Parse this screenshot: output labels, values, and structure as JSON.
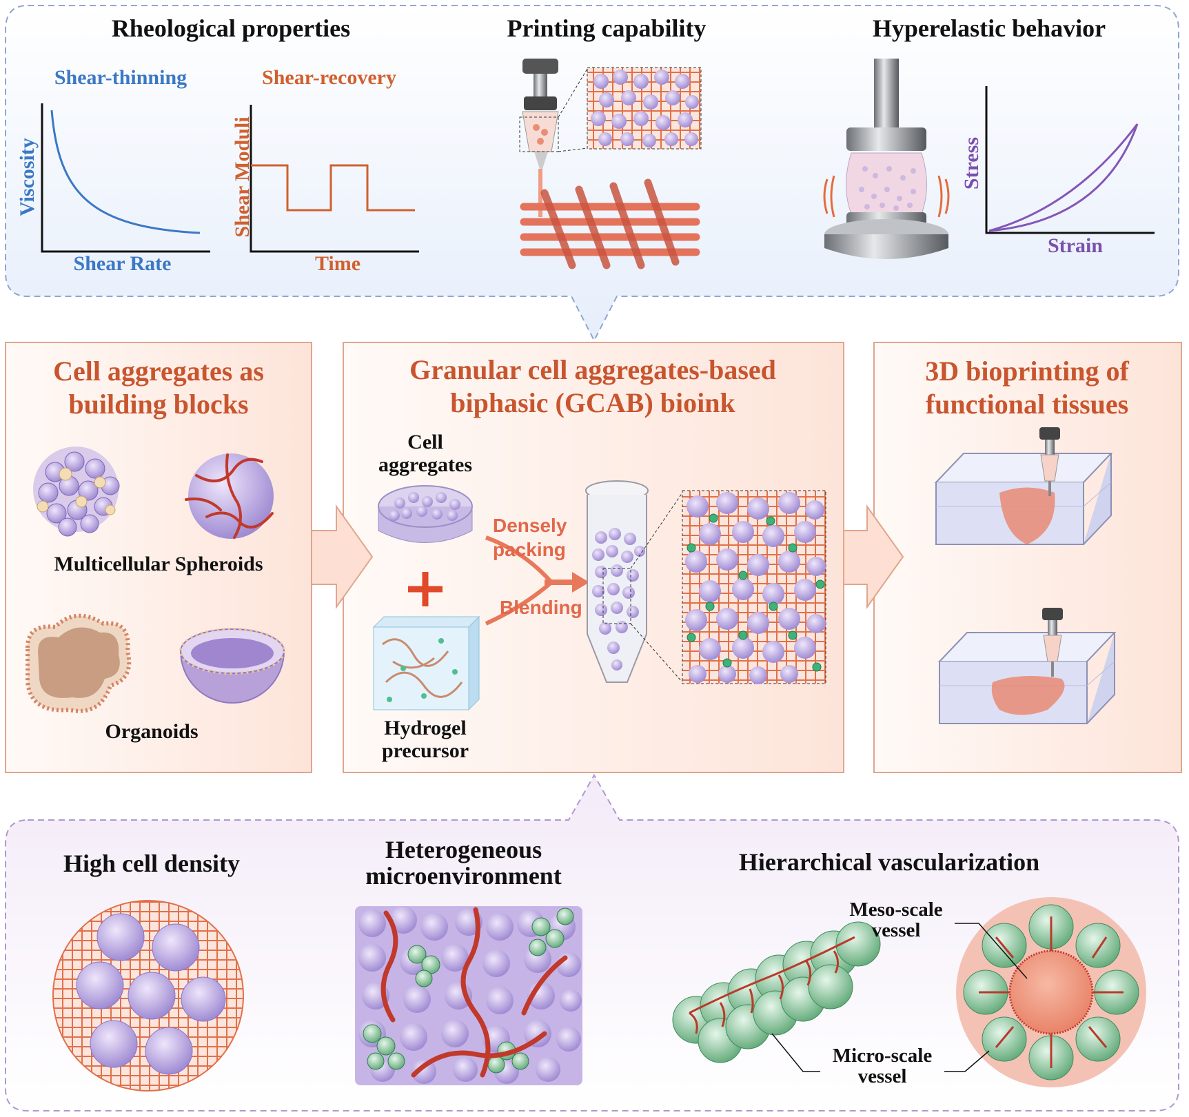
{
  "top": {
    "rheology_title": "Rheological properties",
    "shear_thinning": "Shear-thinning",
    "shear_recovery": "Shear-recovery",
    "viscosity": "Viscosity",
    "shear_rate": "Shear Rate",
    "shear_moduli": "Shear Moduli",
    "time": "Time",
    "printing_title": "Printing capability",
    "hyperelastic_title": "Hyperelastic behavior",
    "stress": "Stress",
    "strain": "Strain"
  },
  "middle": {
    "left_title": "Cell aggregates as building blocks",
    "multicellular_spheroids": "Multicellular Spheroids",
    "organoids": "Organoids",
    "center_title": "Granular cell aggregates-based biphasic (GCAB) bioink",
    "cell_aggregates": "Cell aggregates",
    "hydrogel_precursor": "Hydrogel precursor",
    "densely_packing": "Densely packing",
    "blending": "Blending",
    "right_title": "3D bioprinting of functional tissues"
  },
  "bottom": {
    "high_density": "High cell density",
    "heterogeneous": "Heterogeneous microenvironment",
    "hierarchical": "Hierarchical vascularization",
    "meso_vessel": "Meso-scale vessel",
    "micro_vessel": "Micro-scale vessel"
  },
  "colors": {
    "blue": "#3b78c4",
    "orange": "#d0602e",
    "purple": "#7a4fae",
    "panel_border": "#e0a58c",
    "dash_border": "#8fa6cf"
  }
}
